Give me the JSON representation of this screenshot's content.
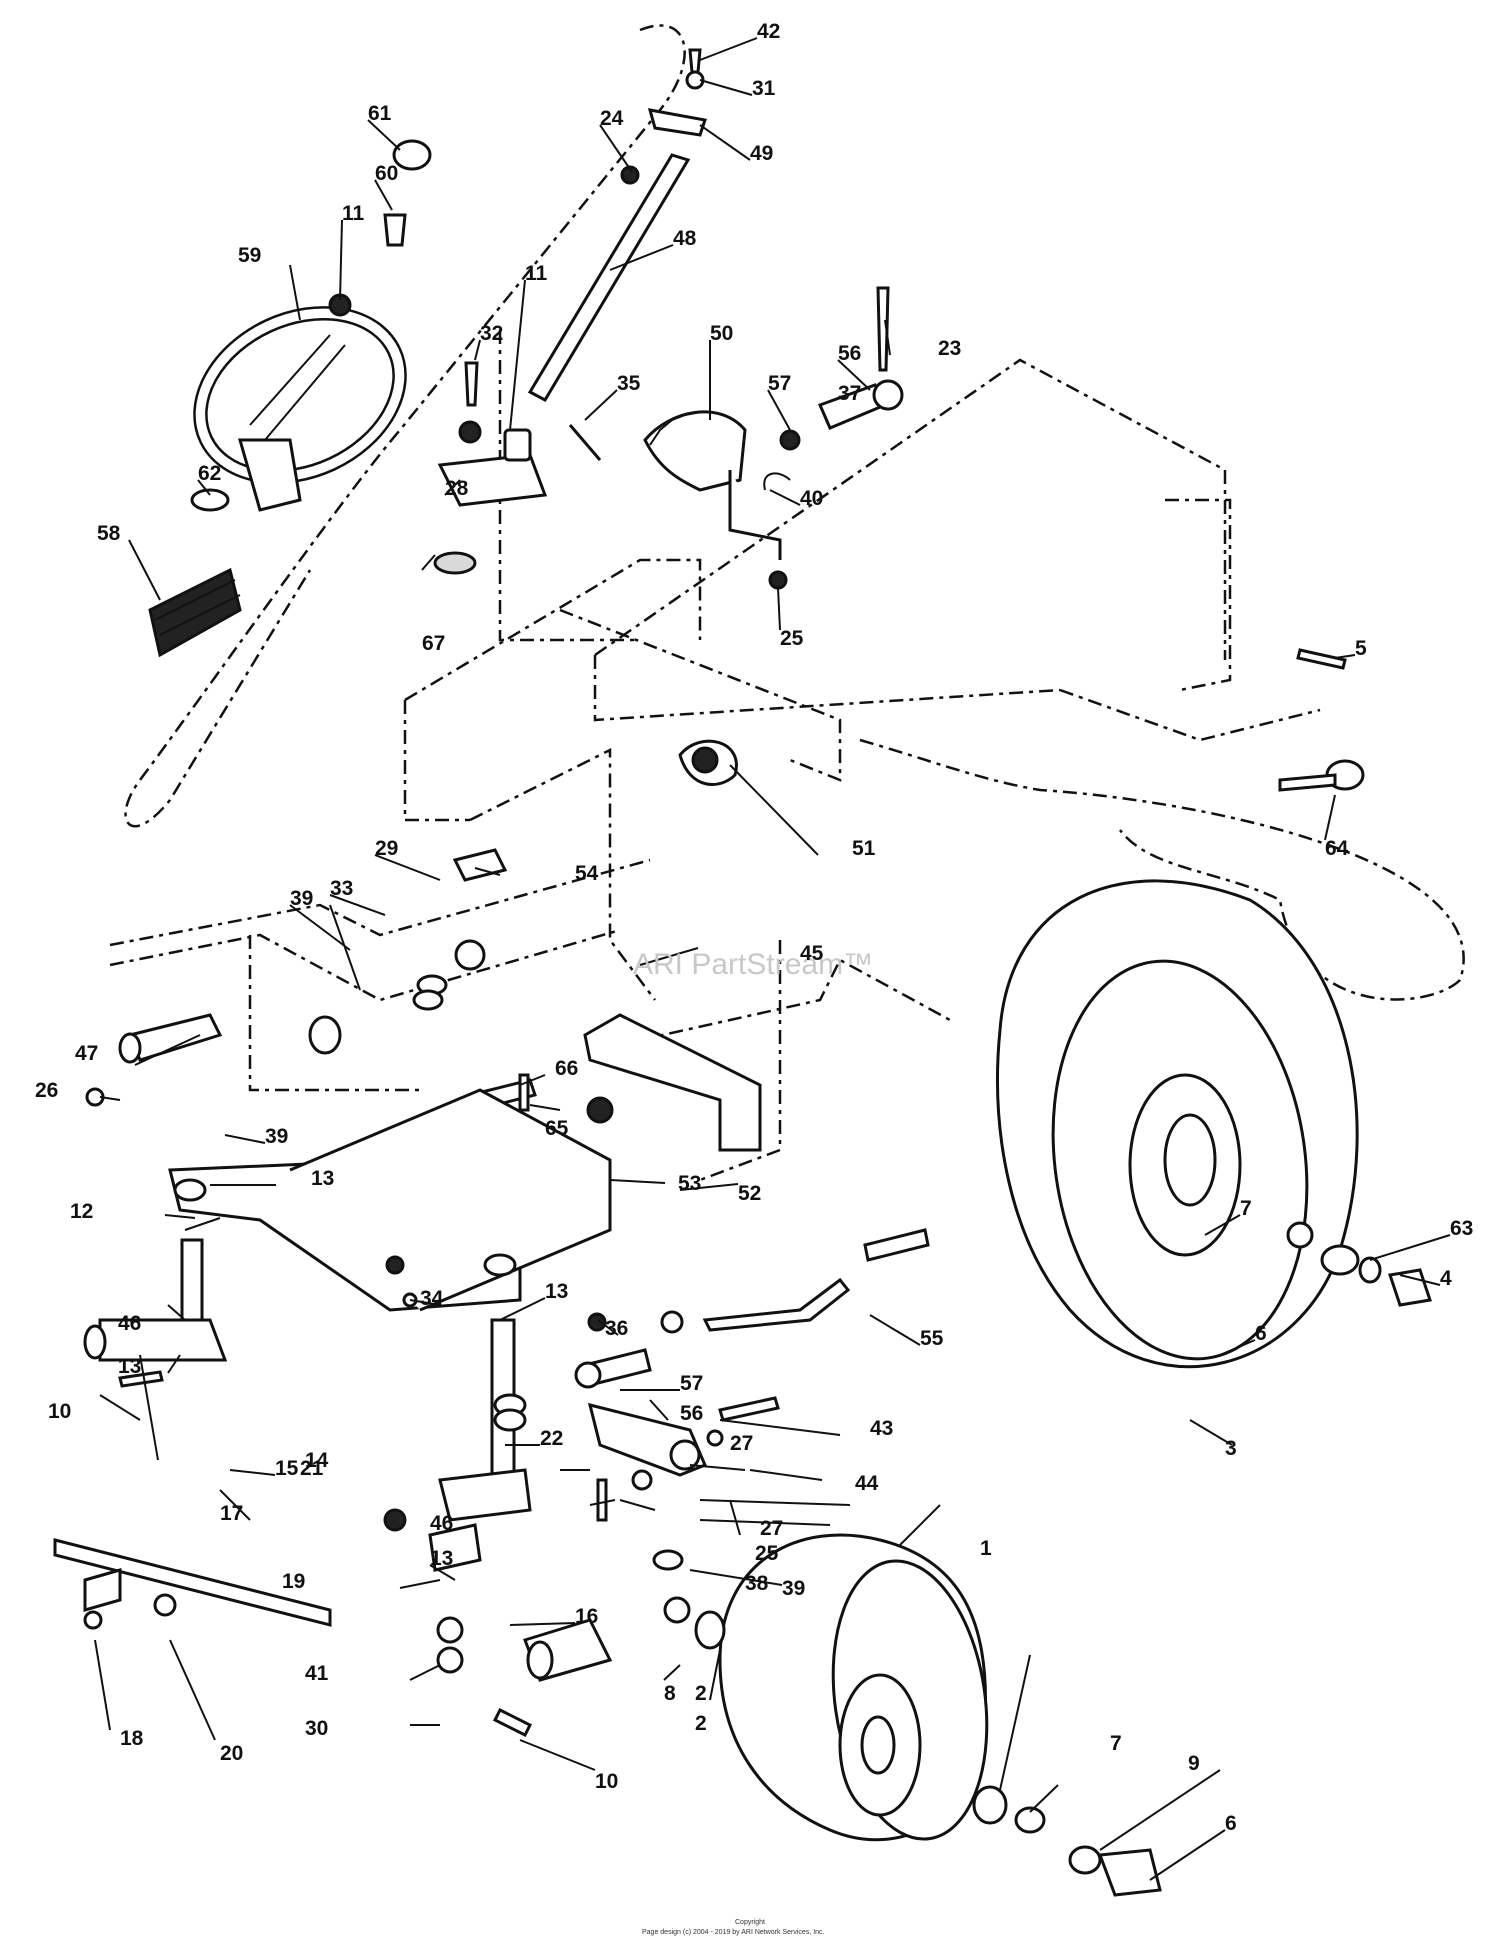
{
  "watermark": "ARI PartStream™",
  "footer": {
    "line1": "Copyright",
    "line2": "Page design (c) 2004 - 2019 by ARI Network Services, Inc."
  },
  "callouts": [
    {
      "n": "42"
    },
    {
      "n": "31"
    },
    {
      "n": "49"
    },
    {
      "n": "24"
    },
    {
      "n": "61"
    },
    {
      "n": "60"
    },
    {
      "n": "48"
    },
    {
      "n": "11"
    },
    {
      "n": "59"
    },
    {
      "n": "50"
    },
    {
      "n": "23"
    },
    {
      "n": "56"
    },
    {
      "n": "32"
    },
    {
      "n": "11"
    },
    {
      "n": "35"
    },
    {
      "n": "57"
    },
    {
      "n": "37"
    },
    {
      "n": "40"
    },
    {
      "n": "62"
    },
    {
      "n": "28"
    },
    {
      "n": "58"
    },
    {
      "n": "25"
    },
    {
      "n": "67"
    },
    {
      "n": "5"
    },
    {
      "n": "51"
    },
    {
      "n": "64"
    },
    {
      "n": "29"
    },
    {
      "n": "54"
    },
    {
      "n": "33"
    },
    {
      "n": "39"
    },
    {
      "n": "45"
    },
    {
      "n": "47"
    },
    {
      "n": "66"
    },
    {
      "n": "26"
    },
    {
      "n": "39"
    },
    {
      "n": "65"
    },
    {
      "n": "53"
    },
    {
      "n": "52"
    },
    {
      "n": "13"
    },
    {
      "n": "12"
    },
    {
      "n": "34"
    },
    {
      "n": "63"
    },
    {
      "n": "4"
    },
    {
      "n": "13"
    },
    {
      "n": "36"
    },
    {
      "n": "55"
    },
    {
      "n": "7"
    },
    {
      "n": "46"
    },
    {
      "n": "13"
    },
    {
      "n": "6"
    },
    {
      "n": "10"
    },
    {
      "n": "15"
    },
    {
      "n": "57"
    },
    {
      "n": "56"
    },
    {
      "n": "43"
    },
    {
      "n": "14"
    },
    {
      "n": "27"
    },
    {
      "n": "3"
    },
    {
      "n": "13"
    },
    {
      "n": "22"
    },
    {
      "n": "44"
    },
    {
      "n": "21"
    },
    {
      "n": "46"
    },
    {
      "n": "27"
    },
    {
      "n": "25"
    },
    {
      "n": "38"
    },
    {
      "n": "17"
    },
    {
      "n": "39"
    },
    {
      "n": "19"
    },
    {
      "n": "1"
    },
    {
      "n": "16"
    },
    {
      "n": "2"
    },
    {
      "n": "41"
    },
    {
      "n": "8"
    },
    {
      "n": "2"
    },
    {
      "n": "7"
    },
    {
      "n": "30"
    },
    {
      "n": "18"
    },
    {
      "n": "20"
    },
    {
      "n": "9"
    },
    {
      "n": "10"
    },
    {
      "n": "6"
    }
  ]
}
